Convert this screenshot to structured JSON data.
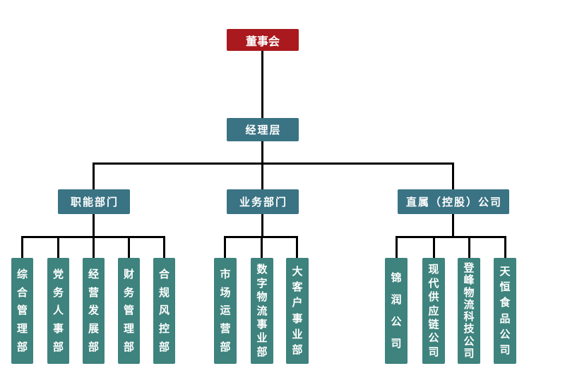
{
  "chart": {
    "type": "org-tree",
    "root": {
      "label": "董事会"
    },
    "management": {
      "label": "经理层"
    },
    "branches": [
      {
        "label": "职能部门",
        "children": [
          "综合管理部",
          "党务人事部",
          "经营发展部",
          "财务管理部",
          "合规风控部"
        ]
      },
      {
        "label": "业务部门",
        "children": [
          "市场运营部",
          "数字物流事业部",
          "大客户事业部"
        ]
      },
      {
        "label": "直属（控股）公司",
        "children": [
          "锦润公司",
          "现代供应链公司",
          "登峰物流科技公司",
          "天恒食品公司"
        ]
      }
    ],
    "colors": {
      "root_bg": "#a9191e",
      "branch_bg": "#3a7383",
      "leaf_bg": "#3e837d",
      "connector": "#000000",
      "text": "#ffffff",
      "background": "#ffffff"
    }
  }
}
